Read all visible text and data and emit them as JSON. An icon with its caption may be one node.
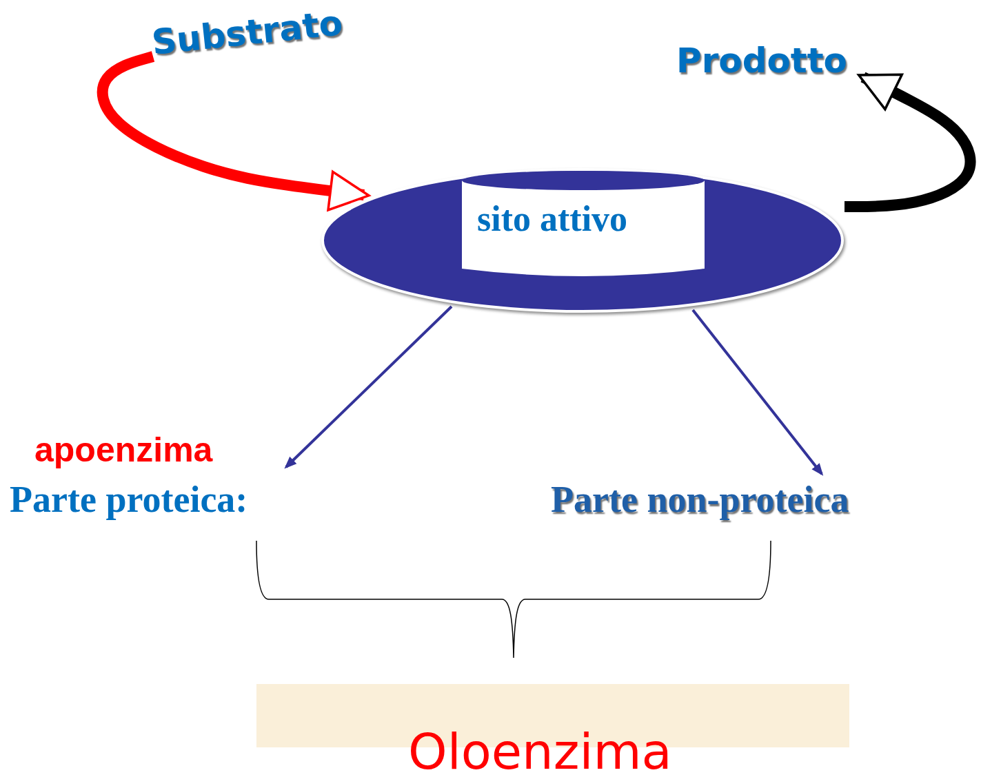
{
  "diagram": {
    "nodes": [
      {
        "text": [],
        "shape": "ellipse"
      },
      {
        "text": [
          "sito attivo"
        ],
        "in": 0
      },
      {
        "text": [
          "Substrato"
        ]
      },
      {
        "text": [
          "Prodotto"
        ]
      },
      {
        "text": [
          "apoenzima",
          "Parte proteica:"
        ]
      },
      {
        "text": [
          "Parte non-proteica"
        ]
      },
      {
        "text": [
          "Oloenzima"
        ]
      }
    ],
    "edges": [
      {
        "from": 2,
        "to": 0,
        "arrow": "to",
        "style": "thick",
        "color": "#ff0000"
      },
      {
        "from": 0,
        "to": 3,
        "arrow": "to",
        "style": "thick",
        "color": "#000000"
      },
      {
        "from": 0,
        "to": 4,
        "arrow": "to"
      },
      {
        "from": 0,
        "to": 5,
        "arrow": "to"
      }
    ]
  }
}
